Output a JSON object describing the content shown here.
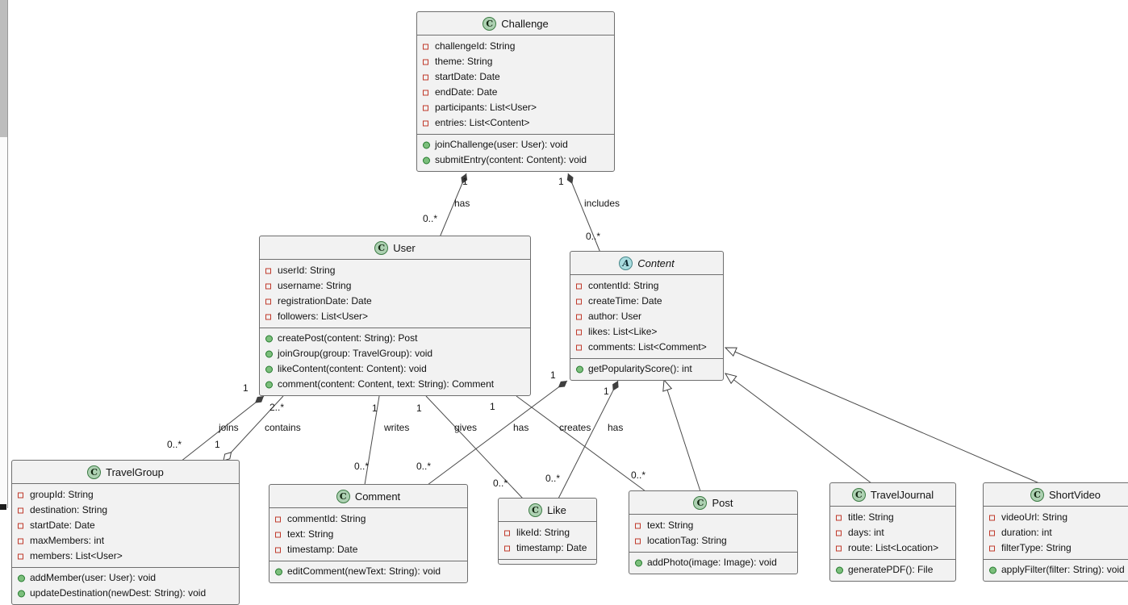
{
  "diagram": {
    "type": "uml-class-diagram",
    "background": "#ffffff",
    "line_color": "#4a4a4a",
    "colors": {
      "box_bg": "#f2f2f2",
      "box_border": "#6e6e6e",
      "class_icon_bg": "#add1b2",
      "abstract_icon_bg": "#a9dcdf",
      "field_marker": "#c0392b",
      "method_marker": "#247a2d"
    }
  },
  "classes": {
    "challenge": {
      "icon": "C",
      "name": "Challenge",
      "attributes": [
        "challengeId: String",
        "theme: String",
        "startDate: Date",
        "endDate: Date",
        "participants: List<User>",
        "entries: List<Content>"
      ],
      "methods": [
        "joinChallenge(user: User): void",
        "submitEntry(content: Content): void"
      ]
    },
    "user": {
      "icon": "C",
      "name": "User",
      "attributes": [
        "userId: String",
        "username: String",
        "registrationDate: Date",
        "followers: List<User>"
      ],
      "methods": [
        "createPost(content: String): Post",
        "joinGroup(group: TravelGroup): void",
        "likeContent(content: Content): void",
        "comment(content: Content, text: String): Comment"
      ]
    },
    "content": {
      "icon": "A",
      "name": "Content",
      "attributes": [
        "contentId: String",
        "createTime: Date",
        "author: User",
        "likes: List<Like>",
        "comments: List<Comment>"
      ],
      "methods": [
        "getPopularityScore(): int"
      ]
    },
    "travelGroup": {
      "icon": "C",
      "name": "TravelGroup",
      "attributes": [
        "groupId: String",
        "destination: String",
        "startDate: Date",
        "maxMembers: int",
        "members: List<User>"
      ],
      "methods": [
        "addMember(user: User): void",
        "updateDestination(newDest: String): void"
      ]
    },
    "comment": {
      "icon": "C",
      "name": "Comment",
      "attributes": [
        "commentId: String",
        "text: String",
        "timestamp: Date"
      ],
      "methods": [
        "editComment(newText: String): void"
      ]
    },
    "like": {
      "icon": "C",
      "name": "Like",
      "attributes": [
        "likeId: String",
        "timestamp: Date"
      ],
      "methods": []
    },
    "post": {
      "icon": "C",
      "name": "Post",
      "attributes": [
        "text: String",
        "locationTag: String"
      ],
      "methods": [
        "addPhoto(image: Image): void"
      ]
    },
    "travelJournal": {
      "icon": "C",
      "name": "TravelJournal",
      "attributes": [
        "title: String",
        "days: int",
        "route: List<Location>"
      ],
      "methods": [
        "generatePDF(): File"
      ]
    },
    "shortVideo": {
      "icon": "C",
      "name": "ShortVideo",
      "attributes": [
        "videoUrl: String",
        "duration: int",
        "filterType: String"
      ],
      "methods": [
        "applyFilter(filter: String): void"
      ]
    }
  },
  "relationships": {
    "challenge_has_user": {
      "name": "has",
      "mult_challenge": "1",
      "mult_user": "0..*"
    },
    "challenge_includes_content": {
      "name": "includes",
      "mult_challenge": "1",
      "mult_content": "0..*"
    },
    "user_joins_travelgroup": {
      "name": "joins",
      "mult_user": "1",
      "mult_group": "0..*"
    },
    "travelgroup_contains_user": {
      "name": "contains",
      "mult_group": "1",
      "mult_user": "2..*"
    },
    "user_writes_comment": {
      "name": "writes",
      "mult_user": "1",
      "mult_comment": "0..*"
    },
    "user_gives_like": {
      "name": "gives",
      "mult_user": "1",
      "mult_like": "0..*"
    },
    "user_creates_post": {
      "name": "creates",
      "mult_user": "1",
      "mult_post": "0..*"
    },
    "content_has_comment": {
      "name": "has",
      "mult_content": "1",
      "mult_comment": "0..*"
    },
    "content_has_like": {
      "name": "has",
      "mult_content": "1",
      "mult_like": "0..*"
    }
  }
}
